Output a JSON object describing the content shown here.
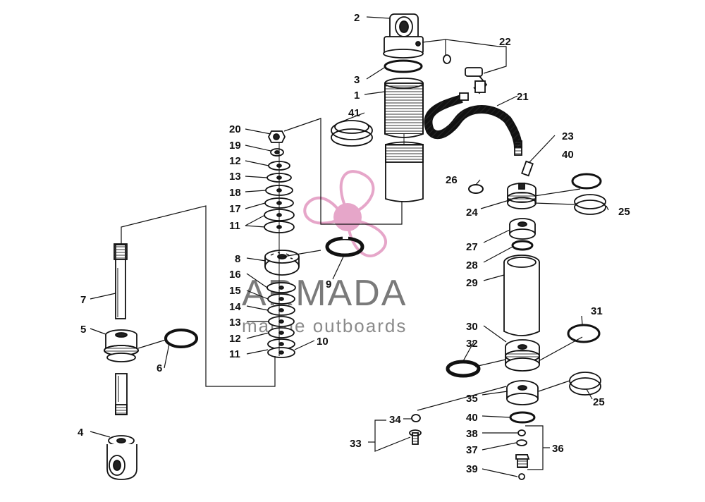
{
  "watermark": {
    "title": "ARMADA",
    "subtitle": "marine outboards",
    "logo_icon": "propeller-icon",
    "logo_color": "#e6a6c9"
  },
  "callouts": {
    "n1": "1",
    "n2": "2",
    "n3": "3",
    "n4": "4",
    "n5": "5",
    "n6": "6",
    "n7": "7",
    "n8": "8",
    "n9": "9",
    "n10": "10",
    "n11a": "11",
    "n11b": "11",
    "n12a": "12",
    "n12b": "12",
    "n13a": "13",
    "n13b": "13",
    "n14": "14",
    "n15": "15",
    "n16": "16",
    "n17": "17",
    "n18": "18",
    "n19": "19",
    "n20": "20",
    "n21": "21",
    "n22": "22",
    "n23": "23",
    "n24": "24",
    "n25a": "25",
    "n25b": "25",
    "n26": "26",
    "n27": "27",
    "n28": "28",
    "n29": "29",
    "n30": "30",
    "n31": "31",
    "n32": "32",
    "n33": "33",
    "n34": "34",
    "n35": "35",
    "n36": "36",
    "n37": "37",
    "n38": "38",
    "n39": "39",
    "n40a": "40",
    "n40b": "40",
    "n41": "41"
  }
}
